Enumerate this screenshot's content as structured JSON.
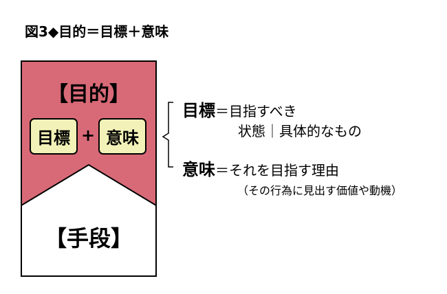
{
  "caption": "図3◆目的＝目標＋意味",
  "colors": {
    "purpose_fill": "#d86a77",
    "means_fill": "#ffffff",
    "chip_fill": "#f2f2b8",
    "stroke": "#000000"
  },
  "diagram": {
    "purpose_title": "【目的】",
    "means_title": "【手段】",
    "goal_chip": "目標",
    "meaning_chip": "意味",
    "plus": "+"
  },
  "definitions": {
    "goal_term": "目標",
    "goal_text": "＝目指すべき",
    "goal_text_cont": "状態｜具体的なもの",
    "meaning_term": "意味",
    "meaning_text": "＝それを目指す理由",
    "meaning_note": "（その行為に見出す価値や動機）"
  }
}
